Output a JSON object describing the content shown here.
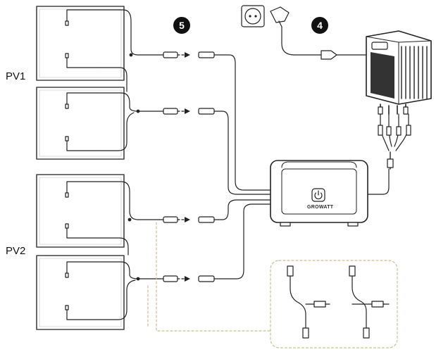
{
  "labels": {
    "pv1": "PV1",
    "pv2": "PV2",
    "step_inverter_connection": "4",
    "step_panel_connection": "5",
    "battery_brand": "GROWATT"
  },
  "icons": {
    "outlet": "schuko-socket-icon",
    "plug": "schuko-plug-icon",
    "inverter": "micro-inverter-icon",
    "battery": "battery-unit-icon",
    "connector": "mc4-connector-icon",
    "y_splitter": "y-splitter-cable-icon",
    "power_button": "power-button-icon"
  },
  "colors": {
    "line": "#222222",
    "detail_frame": "#cbbf93",
    "panel_frame": "#444444"
  }
}
